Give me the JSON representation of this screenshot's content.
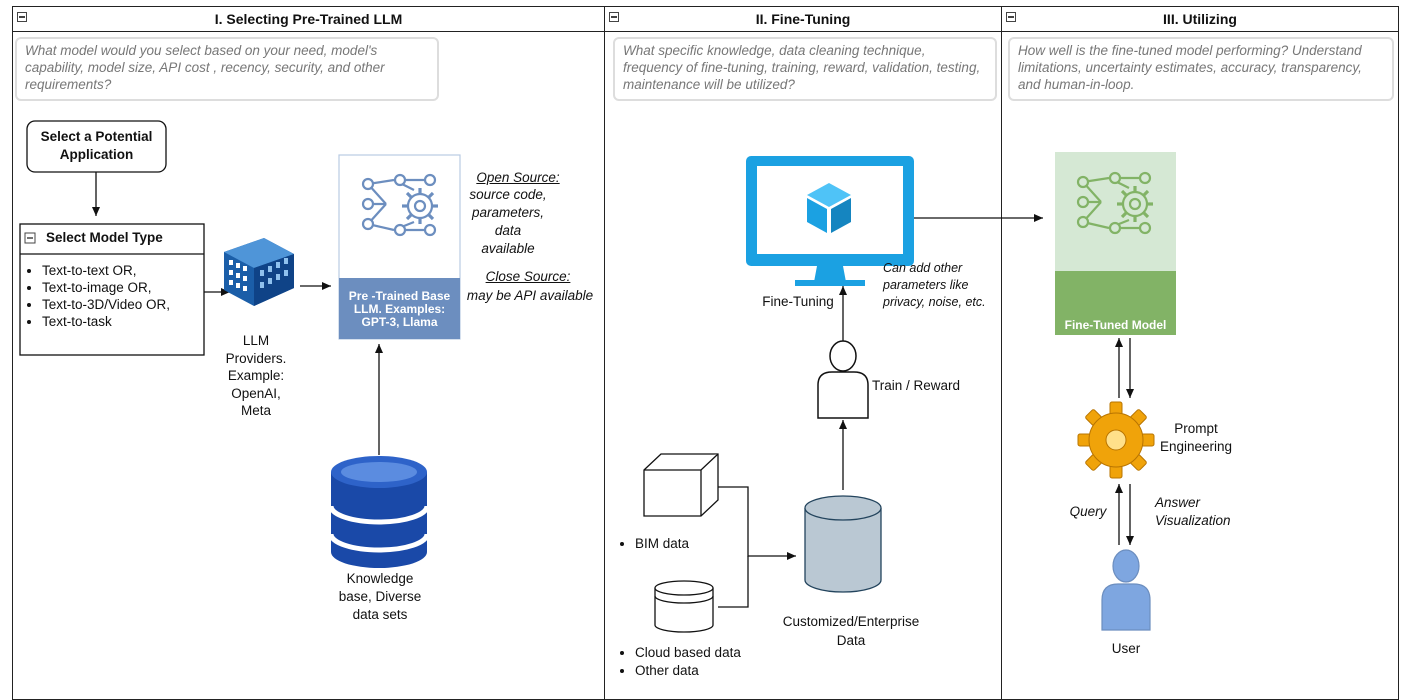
{
  "lanes": [
    {
      "title": "I. Selecting Pre-Trained LLM",
      "question": "What model would you select based on your need, model's capability, model size, API cost , recency, security, and other requirements?"
    },
    {
      "title": "II. Fine-Tuning",
      "question": "What specific knowledge, data cleaning technique, frequency of fine-tuning, training, reward, validation, testing, maintenance will be utilized?"
    },
    {
      "title": "III. Utilizing",
      "question": "How well is the fine-tuned model performing? Understand limitations, uncertainty estimates, accuracy, transparency, and human-in-loop."
    }
  ],
  "lane1": {
    "select_app": "Select a Potential Application",
    "model_type_title": "Select Model Type",
    "model_types": [
      "Text-to-text OR,",
      "Text-to-image OR,",
      "Text-to-3D/Video OR,",
      "Text-to-task"
    ],
    "providers_label": "LLM Providers. Example: OpenAI, Meta",
    "base_llm_label": "Pre -Trained Base LLM. Examples: GPT-3, Llama",
    "open_source_title": "Open Source:",
    "open_source_desc": "source code, parameters, data available",
    "close_source_title": "Close Source:",
    "close_source_desc": "may be API available",
    "knowledge_label": "Knowledge base, Diverse data sets"
  },
  "lane2": {
    "fine_tuning_label": "Fine-Tuning",
    "params_note": "Can add other parameters like privacy, noise, etc.",
    "train_label": "Train / Reward",
    "bim_label": "BIM data",
    "cloud_label": "Cloud based data",
    "other_label": "Other data",
    "enterprise_label": "Customized/Enterprise Data"
  },
  "lane3": {
    "fine_tuned_label": "Fine-Tuned Model",
    "prompt_label": "Prompt Engineering",
    "query_label": "Query",
    "answer_label": "Answer Visualization",
    "user_label": "User"
  },
  "colors": {
    "azure": "#1ba1e2",
    "steel_blue": "#6c8ebf",
    "green": "#82b366",
    "light_green": "#d5e8d4",
    "cylinder_gray": "#bac8d3",
    "db_blue": "#1a49a8",
    "user_blue": "#7ea6e0",
    "gear_orange": "#f0a30a"
  }
}
